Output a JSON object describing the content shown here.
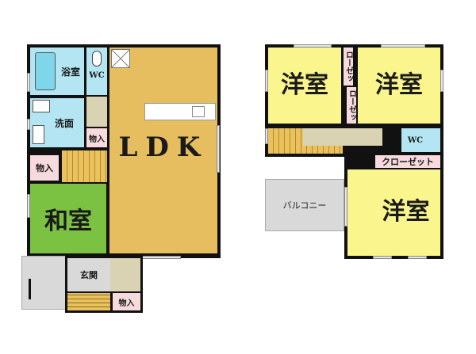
{
  "floor1": {
    "rooms": {
      "bath": "浴室",
      "wc": "WC",
      "washroom": "洗面",
      "storage_hall": "物入",
      "storage_left": "物入",
      "ldk": "LDK",
      "washitsu": "和室",
      "entrance": "玄関",
      "storage_entrance": "物入"
    }
  },
  "floor2": {
    "rooms": {
      "western_left": "洋室",
      "western_right": "洋室",
      "closet_a": "ローゼッ",
      "closet_b": "ローゼッ",
      "wc": "WC",
      "closet": "クローゼット",
      "balcony": "バルコニー",
      "western_bottom": "洋室"
    }
  },
  "colors": {
    "ldk": "#E6BE5F",
    "wet": "#B3E6F2",
    "storage": "#F7DADD",
    "washitsu": "#7CC242",
    "western": "#FAF58C",
    "hall": "#D9D3B3",
    "balcony": "#D9D9D9",
    "wall": "#111111"
  }
}
